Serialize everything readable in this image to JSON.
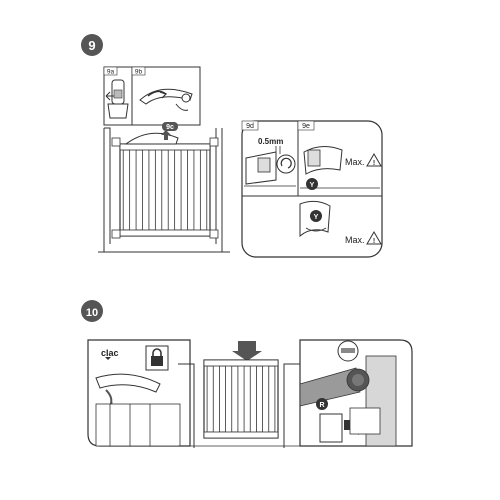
{
  "step9": {
    "number": "9",
    "panel_9a": "9a",
    "panel_9b": "9b",
    "badge_9c": "9c",
    "panel_9d": "9d",
    "panel_9e": "9e",
    "gap_value": "0.5mm",
    "max_label_top": "Max.",
    "max_label_bottom": "Max.",
    "y_marker_1": "Y",
    "y_marker_2": "Y"
  },
  "step10": {
    "number": "10",
    "clac_label": "clac",
    "r_marker": "R"
  },
  "colors": {
    "badge_fill": "#555555",
    "line": "#333333",
    "gray": "#9a9a9a",
    "light_gray": "#d7d7d7"
  },
  "icons": [
    "lock-icon",
    "warning-icon",
    "down-arrow-icon",
    "screw-icon",
    "rotate-arrow-icon"
  ]
}
